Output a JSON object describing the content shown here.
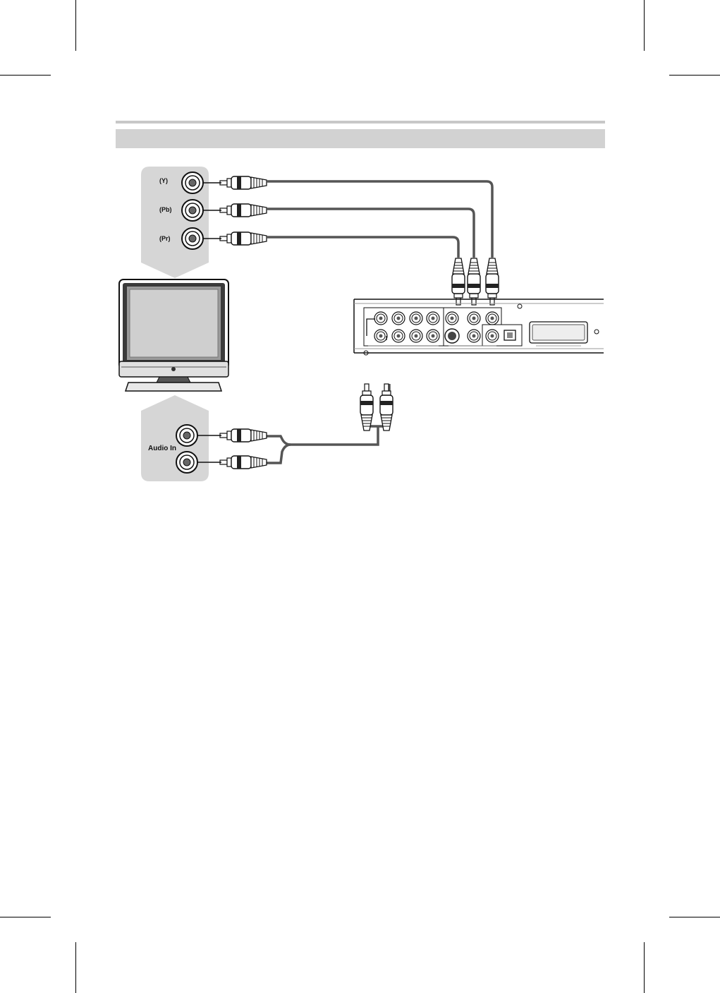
{
  "header": {
    "title": ""
  },
  "tv_panel_labels": {
    "y": "(Y)",
    "pb": "(Pb)",
    "pr": "(Pr)",
    "audio_in": "Audio In"
  },
  "colors": {
    "panel_gray": "#d6d6d6",
    "cable": "#555555",
    "outline": "#111111"
  },
  "icons": [
    "tv-icon",
    "rca-plug-icon",
    "rca-jack-icon",
    "dvd-player-rear-panel"
  ]
}
